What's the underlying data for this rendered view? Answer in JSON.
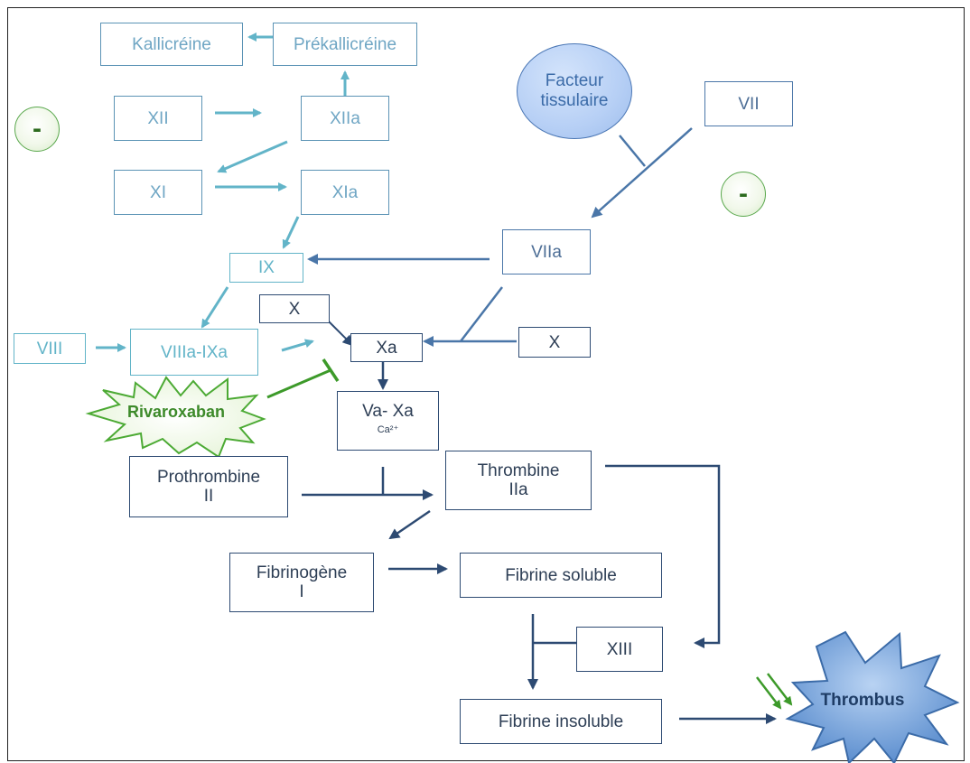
{
  "nodes": {
    "kallicreine": "Kallicréine",
    "prekallicreine": "Prékallicréine",
    "xii": "XII",
    "xiia": "XIIa",
    "xi": "XI",
    "xia": "XIa",
    "facteur_tissulaire": "Facteur tissulaire",
    "vii": "VII",
    "viia": "VIIa",
    "ix": "IX",
    "x_top": "X",
    "viii": "VIII",
    "viiia_ixa": "VIIIa-IXa",
    "xa": "Xa",
    "x_right": "X",
    "va_xa": "Va- Xa",
    "ca": "Ca²⁺",
    "prothrombine_line1": "Prothrombine",
    "prothrombine_line2": "II",
    "thrombine_line1": "Thrombine",
    "thrombine_line2": "IIa",
    "fibrinogene_line1": "Fibrinogène",
    "fibrinogene_line2": "I",
    "fibrine_soluble": "Fibrine soluble",
    "xiii": "XIII",
    "fibrine_insoluble": "Fibrine insoluble",
    "rivaroxaban": "Rivaroxaban",
    "thrombus": "Thrombus"
  },
  "inhibitor_symbols": {
    "left": "-",
    "right": "-"
  },
  "colors": {
    "intrinsic": "#62b4c8",
    "extrinsic": "#4a76a8",
    "common": "#2d4a72",
    "inhibitor": "#3d8a2a",
    "thrombus_fill": "#6f9fd8"
  }
}
